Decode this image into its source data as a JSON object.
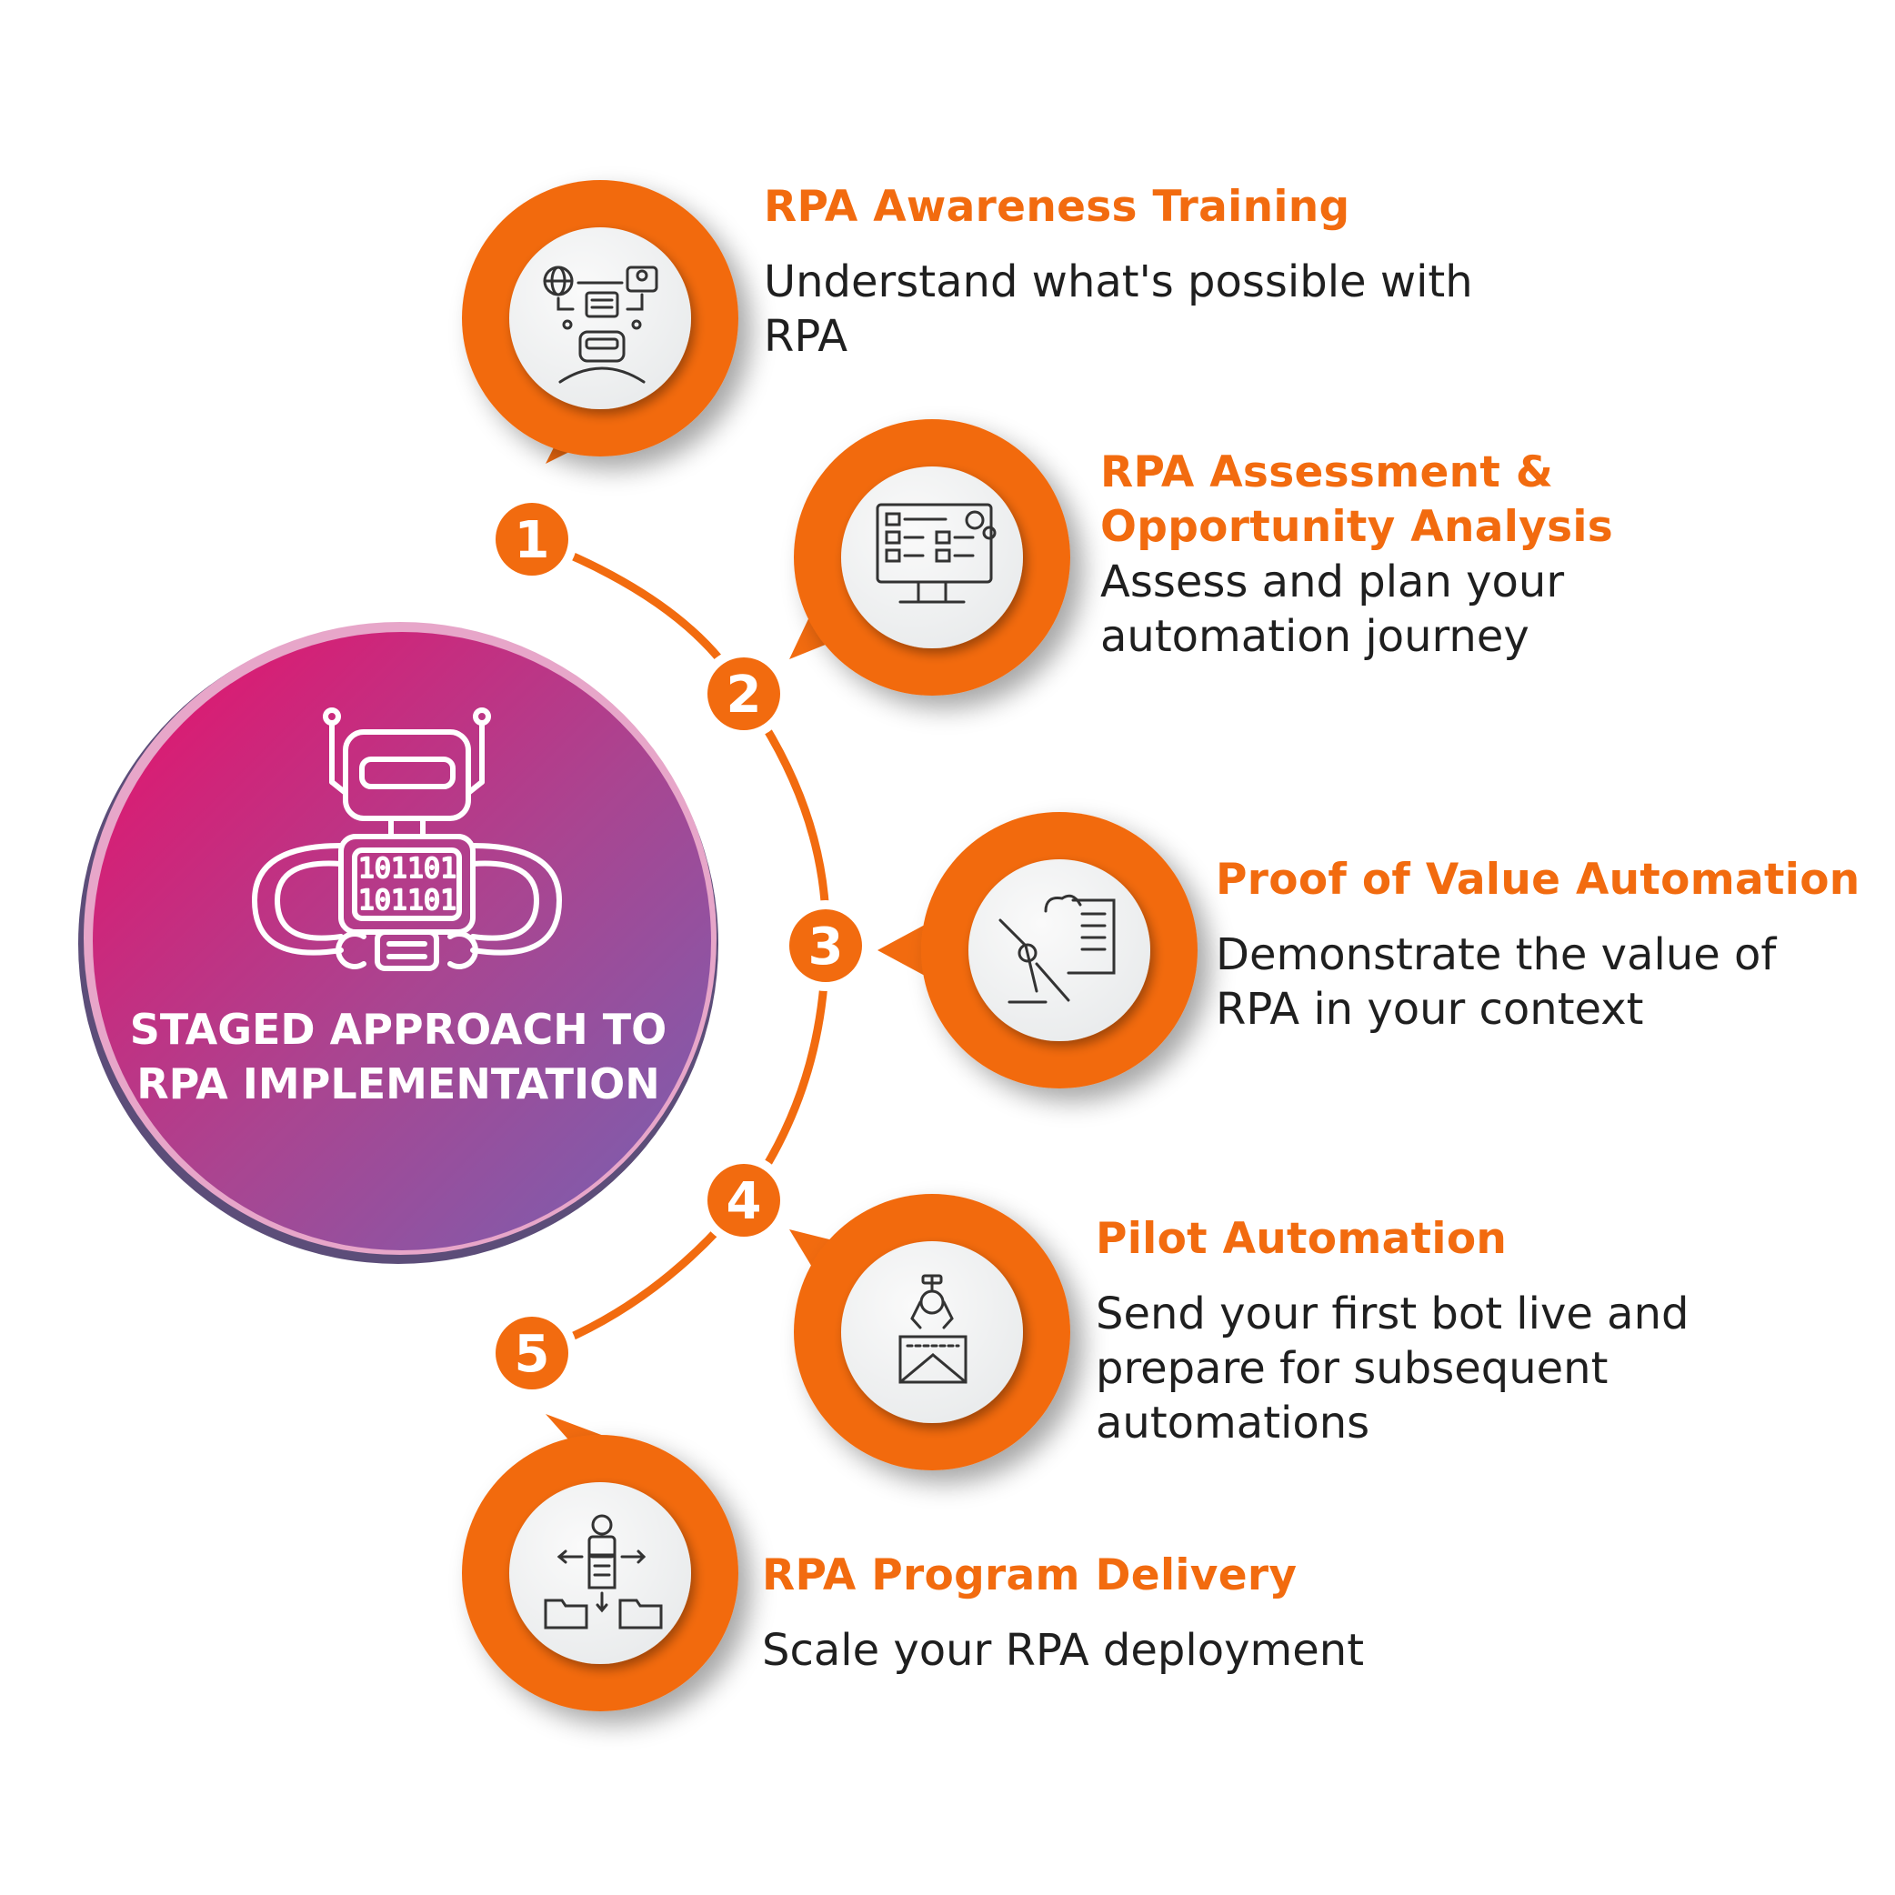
{
  "center": {
    "title_line1": "STAGED APPROACH TO",
    "title_line2": "RPA IMPLEMENTATION",
    "icon": "robot-binary-icon"
  },
  "colors": {
    "accent": "#F26B0F",
    "gradient_start": "#E8106A",
    "gradient_end": "#7B62B0",
    "icon_disc": "#F3F4F4"
  },
  "steps": [
    {
      "number": "1",
      "title": "RPA Awareness Training",
      "desc_line1": "Understand what's possible with",
      "desc_line2": "RPA",
      "icon": "robot-network-icon"
    },
    {
      "number": "2",
      "title_line1": "RPA Assessment &",
      "title_line2": "Opportunity Analysis",
      "desc_line1": "Assess and plan your",
      "desc_line2": "automation journey",
      "icon": "monitor-checklist-icon"
    },
    {
      "number": "3",
      "title": "Proof of Value Automation",
      "desc_line1": "Demonstrate the value of",
      "desc_line2": "RPA in your context",
      "icon": "robot-arm-document-icon"
    },
    {
      "number": "4",
      "title": "Pilot Automation",
      "desc_line1": "Send your first bot live and",
      "desc_line2": "prepare for subsequent",
      "desc_line3": "automations",
      "icon": "robot-claw-envelope-icon"
    },
    {
      "number": "5",
      "title": "RPA Program Delivery",
      "desc_line1": "Scale your RPA deployment",
      "icon": "robot-folders-icon"
    }
  ]
}
